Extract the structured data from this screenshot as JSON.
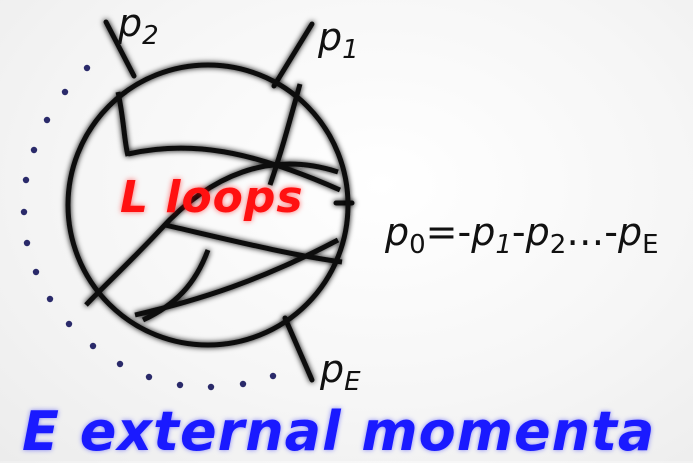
{
  "diagram": {
    "loops_label": "L loops",
    "momenta_labels": {
      "p1": {
        "base": "p",
        "sub": "1"
      },
      "p2": {
        "base": "p",
        "sub": "2"
      },
      "pE": {
        "base": "p",
        "sub": "E"
      }
    },
    "formula": {
      "lhs_base": "p",
      "lhs_sub": "0",
      "eq": "=-",
      "t1_base": "p",
      "t1_sub": "1",
      "minus1": "-",
      "t2_base": "p",
      "t2_sub": "2",
      "dots": "…-",
      "tE_base": "p",
      "tE_sub": "E"
    },
    "caption": "E external momenta",
    "colors": {
      "loops_text": "#ff1111",
      "caption_text": "#1a1aff",
      "lines": "#111111",
      "dots": "#2a2a6a"
    }
  }
}
